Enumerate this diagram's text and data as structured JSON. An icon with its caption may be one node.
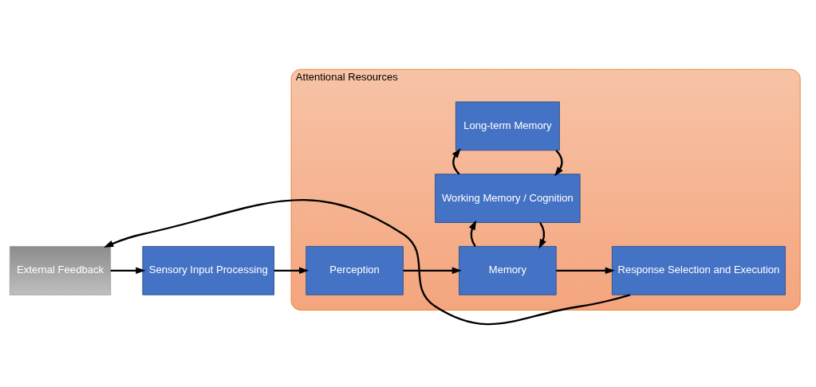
{
  "diagram": {
    "nodes": [
      {
        "text": [
          "Attentional Resources"
        ]
      },
      {
        "text": [
          "Long-term Memory"
        ],
        "in": 0
      },
      {
        "text": [
          "Working Memory / Cognition"
        ],
        "in": 0
      },
      {
        "text": [
          "Sensory Input Processing"
        ]
      },
      {
        "text": [
          "Perception"
        ],
        "in": 0
      },
      {
        "text": [
          "Memory"
        ],
        "in": 0
      },
      {
        "text": [
          "Response Selection and Execution"
        ],
        "in": 0
      },
      {
        "text": [
          "External Feedback"
        ]
      }
    ],
    "edges": [
      {
        "from": 1,
        "to": 2,
        "arrow": "to"
      },
      {
        "from": 2,
        "to": 1,
        "arrow": "to"
      },
      {
        "from": 2,
        "to": 5,
        "arrow": "to"
      },
      {
        "from": 5,
        "to": 2,
        "arrow": "to"
      },
      {
        "from": 3,
        "to": 4,
        "arrow": "to"
      },
      {
        "from": 4,
        "to": 5,
        "arrow": "to"
      },
      {
        "from": 5,
        "to": 6,
        "arrow": "to"
      },
      {
        "from": 6,
        "to": 7,
        "arrow": "to"
      },
      {
        "from": 7,
        "to": 3,
        "arrow": "to"
      }
    ]
  }
}
